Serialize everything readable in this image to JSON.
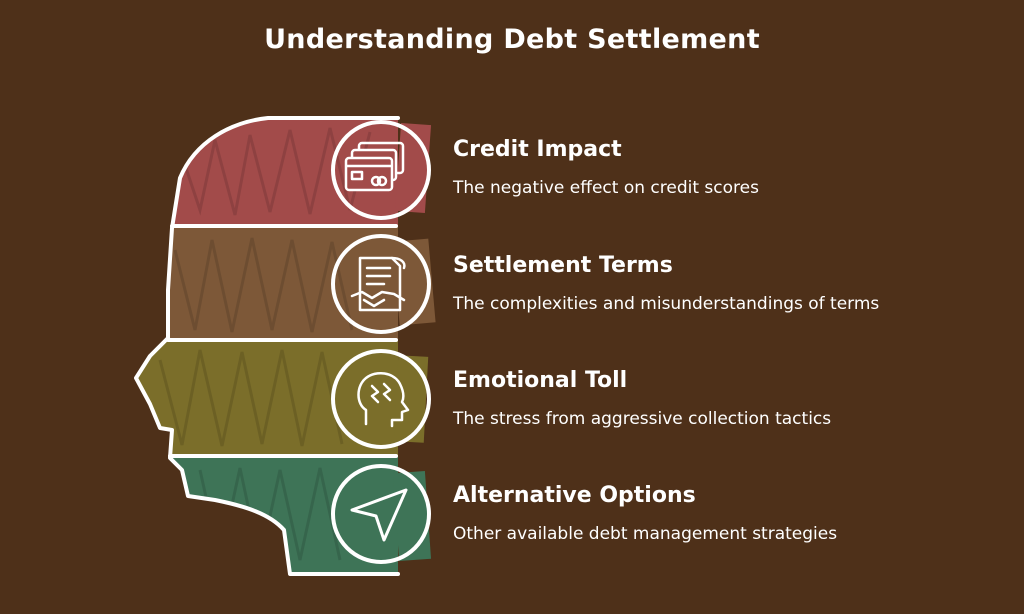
{
  "title": "Understanding Debt Settlement",
  "colors": {
    "background": "#4e3019",
    "outline": "#ffffff",
    "band_1": "#a24b4a",
    "band_2": "#7d5838",
    "band_3": "#7b6e2a",
    "band_4": "#3e7457"
  },
  "items": [
    {
      "heading": "Credit Impact",
      "description": "The negative effect on credit scores",
      "icon": "credit-card-icon"
    },
    {
      "heading": "Settlement Terms",
      "description": "The complexities and misunderstandings of terms",
      "icon": "contract-handshake-icon"
    },
    {
      "heading": "Emotional Toll",
      "description": "The stress from aggressive collection tactics",
      "icon": "stressed-head-icon"
    },
    {
      "heading": "Alternative Options",
      "description": "Other available debt management strategies",
      "icon": "navigation-arrow-icon"
    }
  ]
}
